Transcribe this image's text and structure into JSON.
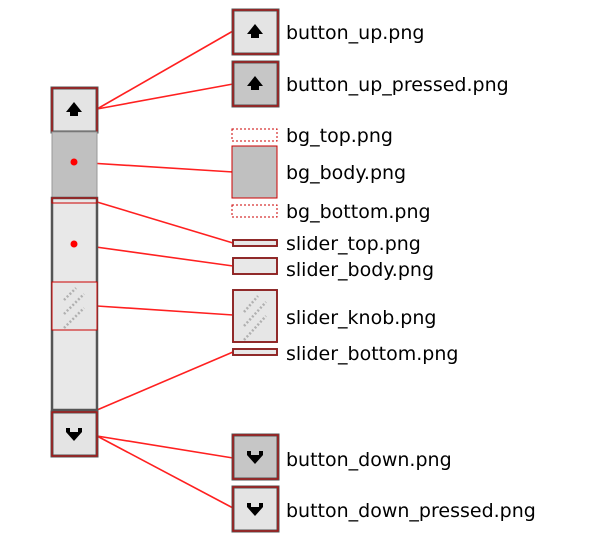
{
  "colors": {
    "leader": "#ff2020",
    "outline_red": "#cc0000",
    "frame": "#555555",
    "button_face": "#e4e4e4",
    "button_pressed_face": "#c6c6c6",
    "track": "#c0c0c0",
    "slider": "#e8e8e8",
    "arrow": "#000000"
  },
  "scrollbar_parts": {
    "button_up": "up-arrow-icon",
    "button_down": "down-arrow-icon",
    "slider_knob": "grip-icon"
  },
  "labels": {
    "button_up": "button_up.png",
    "button_up_pressed": "button_up_pressed.png",
    "bg_top": "bg_top.png",
    "bg_body": "bg_body.png",
    "bg_bottom": "bg_bottom.png",
    "slider_top": "slider_top.png",
    "slider_body": "slider_body.png",
    "slider_knob": "slider_knob.png",
    "slider_bottom": "slider_bottom.png",
    "button_down": "button_down.png",
    "button_down_pressed": "button_down_pressed.png"
  }
}
